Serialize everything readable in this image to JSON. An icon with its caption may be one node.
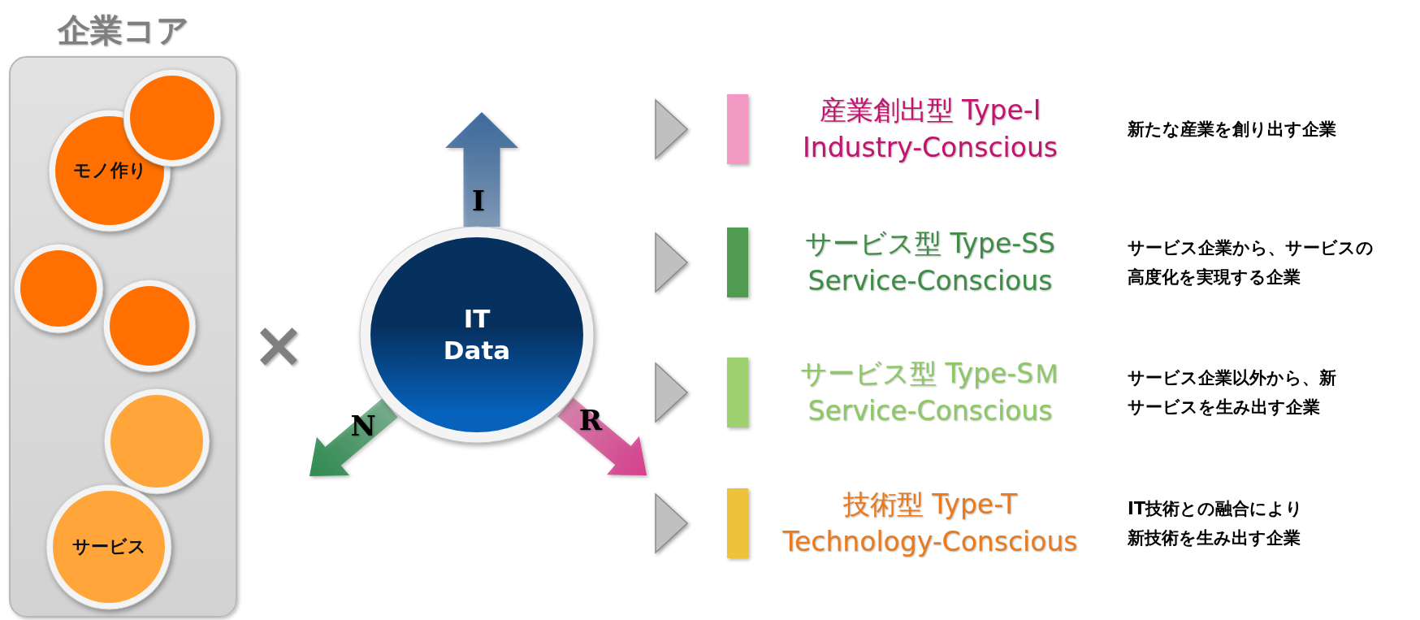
{
  "diagram": {
    "nodes": [
      {
        "text": [
          "企業コア"
        ]
      },
      {
        "text": [
          "モノ作り"
        ],
        "in": 0
      },
      {
        "text": [],
        "shape": "circle",
        "in": 0
      },
      {
        "text": [],
        "shape": "circle",
        "in": 0
      },
      {
        "text": [],
        "shape": "circle",
        "in": 0
      },
      {
        "text": [],
        "shape": "circle",
        "in": 0
      },
      {
        "text": [
          "サービス"
        ],
        "in": 0
      },
      {
        "text": [
          "IT Data"
        ]
      }
    ],
    "labels": [
      "×",
      "I",
      "N",
      "R",
      "産業創出型 Type-I Industry-Conscious",
      "新たな産業を創り出す企業",
      "サービス型 Type-SS Service-Conscious",
      "サービス企業から、サービスの高度化を実現する企業",
      "サービス型 Type-SＭ Service-Conscious",
      "サービス企業以外から、新サービスを生み出す企業",
      "技術型 Type-T Technology-Conscious",
      "IT技術との融合により新技術を生み出す企業"
    ]
  }
}
